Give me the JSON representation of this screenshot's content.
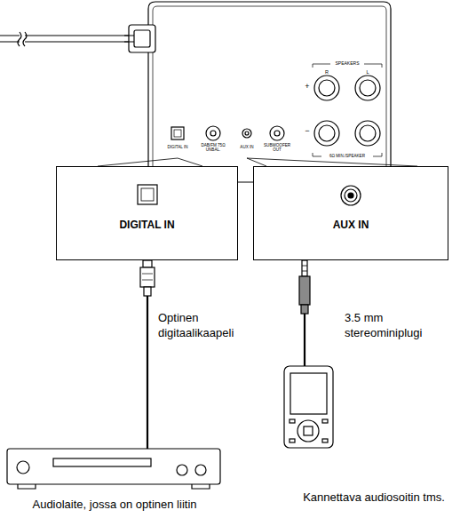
{
  "diagram": {
    "nodes": [
      {
        "text": [
          "DIGITAL IN"
        ]
      },
      {
        "text": [
          "AUX IN"
        ]
      },
      {
        "text": [
          "Audiolaite, jossa on optinen liitin"
        ]
      },
      {
        "text": [
          "Kannettava audiosoitin tms."
        ]
      }
    ],
    "edges": [
      {
        "from": 0,
        "to": 2,
        "arrow": "none",
        "label": "Optinen digitaalikaapeli"
      },
      {
        "from": 1,
        "to": 3,
        "arrow": "none",
        "label": "3.5 mm stereominiplugi"
      }
    ],
    "labels": [
      "DIGITAL IN",
      "DAB/FM 75Ω UNBAL.",
      "AUX IN",
      "SUBWOOFER OUT",
      "SPEAKERS",
      "R",
      "L",
      "+",
      "−",
      "6Ω MIN./SPEAKER"
    ]
  }
}
